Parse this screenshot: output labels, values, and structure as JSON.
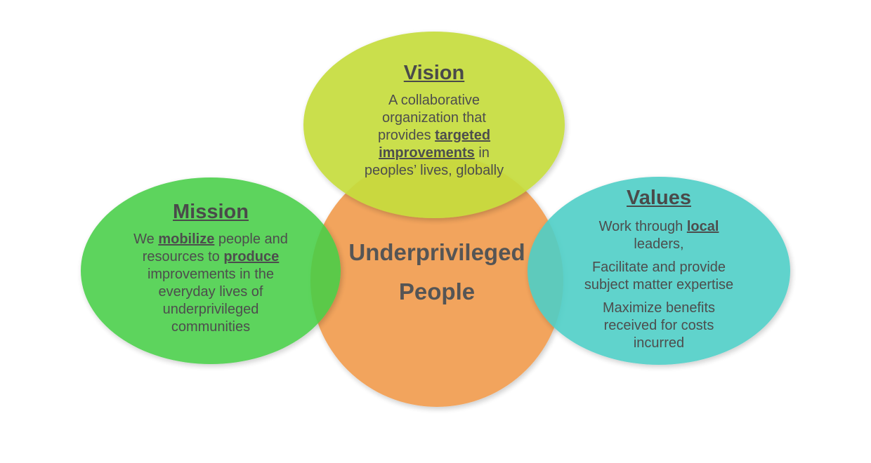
{
  "colors": {
    "center": "#f2a055",
    "vision": "#c6dd3c",
    "mission": "#46cf46",
    "values": "#4fcfc7",
    "text": "#4d4d4d"
  },
  "center": {
    "line1": "Underprivileged",
    "line2": "People"
  },
  "vision": {
    "title": "Vision",
    "lines": [
      {
        "pre": "A collaborative",
        "bold": "",
        "post": ""
      },
      {
        "pre": "organization that",
        "bold": "",
        "post": ""
      },
      {
        "pre": "provides ",
        "bold": "targeted",
        "post": ""
      },
      {
        "pre": "",
        "bold": "improvements",
        "post": " in"
      },
      {
        "pre": "peoples’ lives, globally",
        "bold": "",
        "post": ""
      }
    ]
  },
  "mission": {
    "title": "Mission",
    "lines": [
      {
        "pre": "We ",
        "bold": "mobilize",
        "post": " people and"
      },
      {
        "pre": "resources to ",
        "bold": "produce",
        "post": ""
      },
      {
        "pre": "improvements in the",
        "bold": "",
        "post": ""
      },
      {
        "pre": "everyday lives of",
        "bold": "",
        "post": ""
      },
      {
        "pre": "underprivileged",
        "bold": "",
        "post": ""
      },
      {
        "pre": "communities",
        "bold": "",
        "post": ""
      }
    ]
  },
  "values": {
    "title": "Values",
    "paragraphs": [
      [
        {
          "pre": "Work through ",
          "bold": "local",
          "post": ""
        },
        {
          "pre": "leaders,",
          "bold": "",
          "post": ""
        }
      ],
      [
        {
          "pre": "Facilitate and provide",
          "bold": "",
          "post": ""
        },
        {
          "pre": "subject matter expertise",
          "bold": "",
          "post": ""
        }
      ],
      [
        {
          "pre": "Maximize benefits",
          "bold": "",
          "post": ""
        },
        {
          "pre": "received for costs",
          "bold": "",
          "post": ""
        },
        {
          "pre": "incurred",
          "bold": "",
          "post": ""
        }
      ]
    ]
  }
}
